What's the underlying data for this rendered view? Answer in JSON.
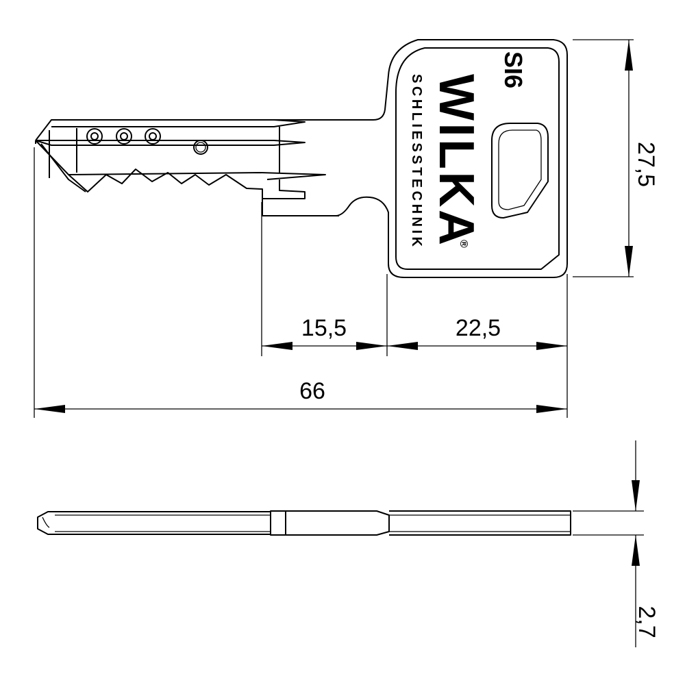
{
  "dimensions": {
    "blade_shoulder": "15,5",
    "head_length": "22,5",
    "total_length": "66",
    "head_height": "27,5",
    "thickness": "2,7"
  },
  "brand": {
    "name": "WILKA",
    "subtitle": "SCHLIESSTECHNIK",
    "registered": "®",
    "logo_text": "SI6"
  },
  "colors": {
    "line": "#000000",
    "background": "#ffffff"
  }
}
